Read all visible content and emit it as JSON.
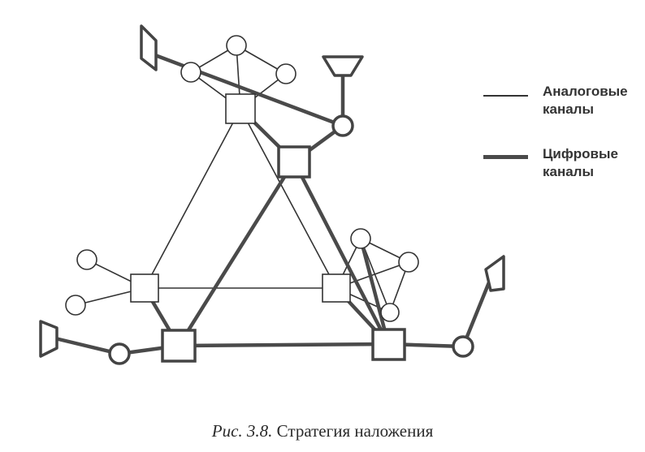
{
  "legend": {
    "analog": {
      "line1": "Аналоговые",
      "line2": "каналы"
    },
    "digital": {
      "line1": "Цифровые",
      "line2": "каналы"
    }
  },
  "caption": {
    "number": "Рис. 3.8.",
    "title": "Стратегия наложения"
  }
}
